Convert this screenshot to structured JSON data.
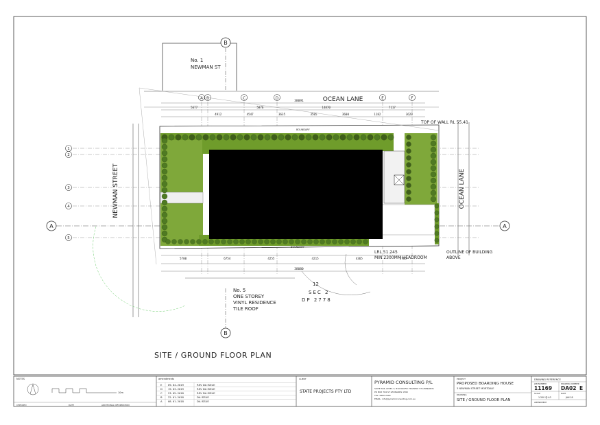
{
  "drawing": {
    "title": "SITE / GROUND FLOOR PLAN",
    "streets": {
      "top": "OCEAN LANE",
      "left": "NEWMAN STREET",
      "right": "OCEAN LANE"
    },
    "grid_columns": [
      "A",
      "B",
      "C",
      "D",
      "E",
      "F"
    ],
    "grid_rows": [
      "1",
      "2",
      "3",
      "4",
      "5"
    ],
    "section_markers": {
      "a": "A",
      "b": "B"
    },
    "neighbours": {
      "north": [
        "No. 1",
        "NEWMAN ST"
      ],
      "south": [
        "No. 5",
        "ONE STOREY",
        "VINYL RESIDENCE",
        "TILE ROOF"
      ]
    },
    "notes": {
      "top_of_wall": "TOP OF WALL RL 55.41",
      "lrl": "LRL 51.245",
      "headroom": "MIN 2300MM HEADROOM",
      "outline": [
        "OUTLINE OF BUILDING",
        "ABOVE"
      ],
      "lot": [
        "12",
        "SEC 2",
        "DP 2778"
      ],
      "boundary": "BOUNDARY"
    },
    "dims_top_row1": [
      "5677",
      "5876",
      "14870",
      "7117"
    ],
    "dims_top_row2": [
      "4912",
      "4547",
      "3635",
      "3505",
      "3600",
      "1182",
      "3620"
    ],
    "dims_bottom": [
      "5700",
      "6754",
      "4255",
      "4215",
      "4365",
      "5785"
    ],
    "overall_top": "38091",
    "overall_bottom": "38080"
  },
  "title_block": {
    "notes_label": "NOTES",
    "scale_label": "10m",
    "checked_label": "CHECKED",
    "date_label": "DATE",
    "additional_label": "ADDITIONAL INFORMATION",
    "revisions_header": "amendments",
    "revisions": [
      {
        "rev": "E",
        "date": "09.04.2019",
        "desc": "REV DA ISSUE"
      },
      {
        "rev": "D",
        "date": "19.03.2019",
        "desc": "REV DA ISSUE"
      },
      {
        "rev": "C",
        "date": "23.05.2018",
        "desc": "REV DA ISSUE"
      },
      {
        "rev": "B",
        "date": "22.01.2018",
        "desc": "DA ISSUE"
      },
      {
        "rev": "A",
        "date": "08.01.2018",
        "desc": "DA ISSUE"
      }
    ],
    "client_label": "CLIENT",
    "client": "STATE PROJECTS PTY LTD",
    "consultant": "PYRAMID CONSULTING P/L",
    "consultant_address": [
      "SUITE 303, LEVEL 3, 810 PACIFIC HIGHWAY ST LEONARDS",
      "PO BOX 764 ST LEONARDS 1590",
      "TEL: 9460 2000",
      "EMAIL: info@pyramidconsulting.com.au"
    ],
    "project_label": "PROJECT",
    "project": "PROPOSED BOARDING HOUSE",
    "project_address": "3 NEWMAN STREET MORTDALE",
    "drawing_label": "DRAWING",
    "drawing_title": "SITE / GROUND FLOOR PLAN",
    "drawing_reference_label": "DRAWING REFERENCE",
    "job_number_label": "JOB NUMBER",
    "job_number": "11169",
    "drawing_number_label": "DRAWING NUMBER",
    "drawing_number": "DA02",
    "revision": "E",
    "scale_field_label": "SCALE",
    "scale_value": "1:200 @ A3",
    "date_field_label": "DATE",
    "date_value": "JAN 18",
    "amendment_label": "AMENDMENT"
  }
}
